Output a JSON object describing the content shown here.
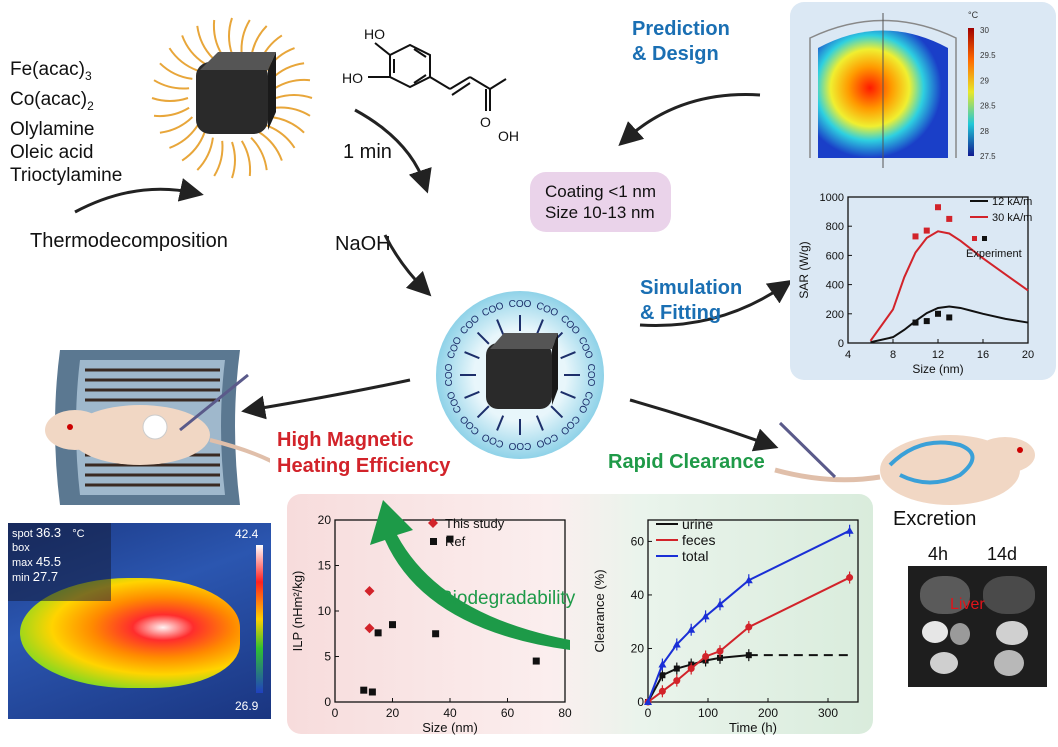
{
  "synthesis": {
    "reagents": [
      "Fe(acac)",
      "3",
      "Co(acac)",
      "2",
      "Olylamine",
      "Oleic acid",
      "Trioctylamine"
    ],
    "method": "Thermodecomposition",
    "time": "1 min",
    "base": "NaOH"
  },
  "coating_note": {
    "line1": "Coating <1 nm",
    "line2": "Size 10-13 nm"
  },
  "prediction_label": {
    "line1": "Prediction",
    "line2": "& Design"
  },
  "simulation_label": {
    "line1": "Simulation",
    "line2": "& Fitting"
  },
  "heating_label": {
    "line1": "High Magnetic",
    "line2": "Heating Efficiency"
  },
  "clearance_label": "Rapid Clearance",
  "excretion_label": "Excretion",
  "surface_group": "COO",
  "biodegradability_label": "Biodegradability",
  "thermal_sim": {
    "unit": "°C",
    "ticks": [
      "30",
      "29.5",
      "29",
      "28.5",
      "28",
      "27.5"
    ]
  },
  "thermal_image": {
    "spot_label": "spot",
    "spot_value": "36.3",
    "unit": "°C",
    "box_label": "box",
    "max_label": "max",
    "max_value": "45.5",
    "min_label": "min",
    "min_value": "27.7",
    "scale_max": "42.4",
    "scale_min": "26.9"
  },
  "organ_image": {
    "label_4h": "4h",
    "label_14d": "14d",
    "organ": "Liver"
  },
  "chart_data": [
    {
      "type": "line",
      "xlabel": "Size (nm)",
      "ylabel": "SAR (W/g)",
      "xlim": [
        4,
        20
      ],
      "ylim": [
        0,
        1000
      ],
      "xticks": [
        "4",
        "8",
        "12",
        "16",
        "20"
      ],
      "yticks": [
        "0",
        "200",
        "400",
        "600",
        "800",
        "1000"
      ],
      "series": [
        {
          "name": "12 kA/m",
          "color": "#111111",
          "x": [
            6,
            8,
            9,
            10,
            11,
            12,
            13,
            14,
            15,
            16,
            18,
            20
          ],
          "y": [
            5,
            40,
            90,
            150,
            205,
            240,
            250,
            240,
            220,
            200,
            165,
            140
          ]
        },
        {
          "name": "30 kA/m",
          "color": "#d2232a",
          "x": [
            6,
            8,
            9,
            10,
            11,
            12,
            13,
            14,
            15,
            16,
            18,
            20
          ],
          "y": [
            15,
            230,
            450,
            620,
            720,
            765,
            750,
            700,
            640,
            580,
            470,
            360
          ]
        }
      ],
      "scatter": [
        {
          "color": "#d2232a",
          "x": [
            10,
            11,
            12,
            13
          ],
          "y": [
            730,
            770,
            930,
            850
          ]
        },
        {
          "color": "#111111",
          "x": [
            10,
            11,
            12,
            13
          ],
          "y": [
            140,
            150,
            200,
            175
          ]
        }
      ],
      "legend_marker_label": "Experiment"
    },
    {
      "type": "scatter",
      "xlabel": "Size (nm)",
      "ylabel": "ILP (nHm²/kg)",
      "xlim": [
        0,
        80
      ],
      "ylim": [
        0,
        20
      ],
      "xticks": [
        "0",
        "20",
        "40",
        "60",
        "80"
      ],
      "yticks": [
        "0",
        "5",
        "10",
        "15",
        "20"
      ],
      "series": [
        {
          "name": "This study",
          "color": "#d2232a",
          "x": [
            12,
            12
          ],
          "y": [
            12.2,
            8.1
          ]
        },
        {
          "name": "Ref",
          "color": "#111111",
          "x": [
            10,
            13,
            15,
            20,
            35,
            40,
            70
          ],
          "y": [
            1.3,
            1.1,
            7.6,
            8.5,
            7.5,
            17.9,
            4.5
          ]
        }
      ]
    },
    {
      "type": "line",
      "xlabel": "Time (h)",
      "ylabel": "Clearance (%)",
      "xlim": [
        0,
        350
      ],
      "ylim": [
        0,
        68
      ],
      "xticks": [
        "0",
        "100",
        "200",
        "300"
      ],
      "yticks": [
        "0",
        "20",
        "40",
        "60"
      ],
      "series": [
        {
          "name": "urine",
          "color": "#111111",
          "x": [
            0,
            24,
            48,
            72,
            96,
            120,
            168
          ],
          "y": [
            0,
            10,
            12.5,
            14,
            15.5,
            16.5,
            17.5
          ]
        },
        {
          "name": "feces",
          "color": "#d2232a",
          "x": [
            0,
            24,
            48,
            72,
            96,
            120,
            168,
            336
          ],
          "y": [
            0,
            4,
            8,
            12.5,
            17,
            19,
            28,
            46.5
          ]
        },
        {
          "name": "total",
          "color": "#1a2fd6",
          "x": [
            0,
            24,
            48,
            72,
            96,
            120,
            168,
            336
          ],
          "y": [
            0,
            14,
            21.5,
            27,
            32,
            36.5,
            45.5,
            64
          ]
        }
      ],
      "plateau": {
        "y": 17.5,
        "x_end": 336
      }
    }
  ]
}
